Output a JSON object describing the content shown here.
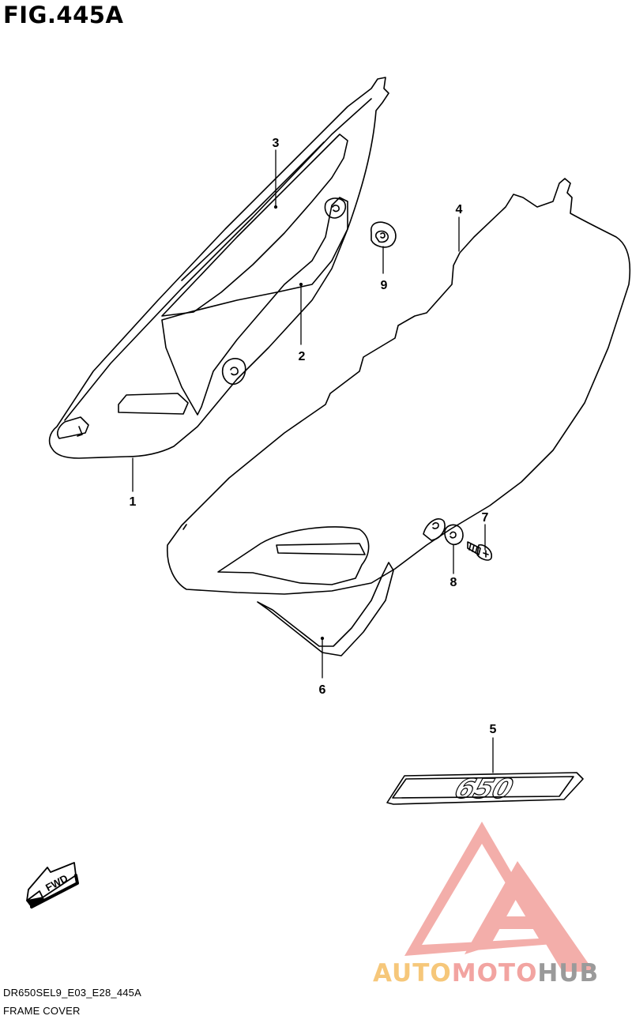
{
  "figure": {
    "title": "FIG.445A",
    "code": "DR650SEL9_E03_E28_445A",
    "name": "FRAME COVER"
  },
  "callouts": [
    "1",
    "2",
    "3",
    "4",
    "5",
    "6",
    "7",
    "8",
    "9"
  ],
  "emblem": {
    "text": "650"
  },
  "fwd_arrow": {
    "text": "FWD",
    "icon": "fwd-arrow-icon"
  },
  "watermark": {
    "text_parts": [
      "AUTO",
      "MOTO",
      "HUB"
    ],
    "colors": {
      "auto": "#f6c77a",
      "moto": "#f2a4a1",
      "hub": "#9a9a9a",
      "logo": "#ef8d89"
    }
  }
}
